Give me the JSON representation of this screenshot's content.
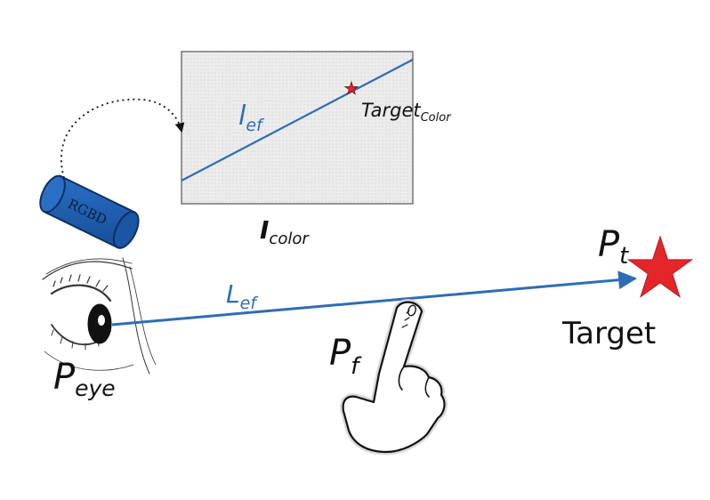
{
  "image_label": {
    "main": "I",
    "sub": "color"
  },
  "image_line_label": {
    "main": "l",
    "sub": "ef"
  },
  "image_target_label": {
    "main": "Target",
    "sub": "Color"
  },
  "camera_label": "RGBD",
  "eye_label": {
    "main": "P",
    "sub": "eye"
  },
  "finger_label": {
    "main": "P",
    "sub": "f"
  },
  "ray_label": {
    "main": "L",
    "sub": "ef"
  },
  "target_point_label": {
    "main": "P",
    "sub": "t"
  },
  "target_label": "Target",
  "colors": {
    "blue": "#2e6db5",
    "star_red": "#e4262b",
    "camera_blue": "#1f5fb0",
    "image_bg": "#e9e9ea",
    "black": "#111111"
  }
}
